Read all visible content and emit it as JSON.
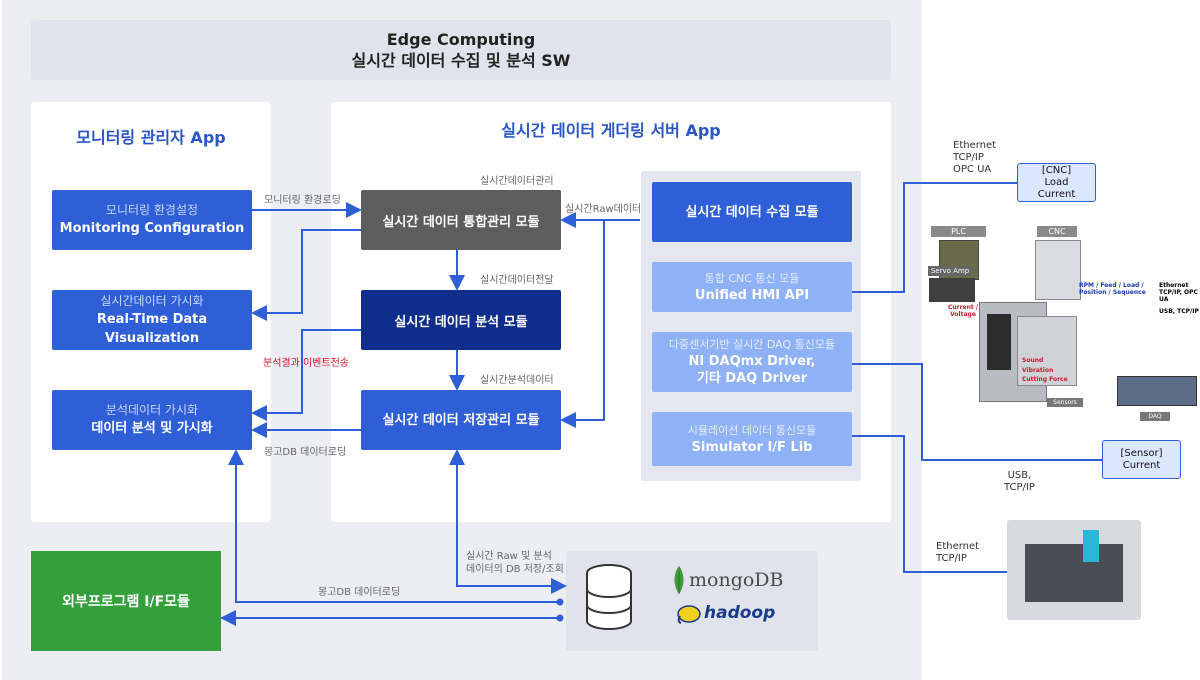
{
  "header": {
    "title_line1": "Edge Computing",
    "title_line2": "실시간 데이터 수집 및 분석 SW"
  },
  "monitor_app": {
    "title": "모니터링 관리자 App",
    "config": {
      "sub": "모니터링 환경설정",
      "main": "Monitoring Configuration"
    },
    "visualization": {
      "sub": "실시간데이터 가시화",
      "main": "Real-Time Data Visualization"
    },
    "analysis_vis": {
      "sub": "분석데이터 가시화",
      "main": "데이터  분석 및 가시화"
    }
  },
  "server_app": {
    "title": "실시간 데이터 게더링 서버 App",
    "integrated_module": "실시간 데이터 통합관리 모듈",
    "analysis_module": "실시간 데이터 분석 모듈",
    "storage_module": "실시간 데이터 저장관리 모듈",
    "collect_module": "실시간 데이터 수집 모듈",
    "hmi": {
      "sub": "통합 CNC 통신 모듈",
      "main": "Unified HMI API"
    },
    "daq": {
      "sub": "다중센서기반 실시간 DAQ 통신모듈",
      "main1": "NI DAQmx Driver,",
      "main2": "기타 DAQ Driver"
    },
    "sim": {
      "sub": "시뮬레이션 데이터 통신모듈",
      "main": "Simulator I/F Lib"
    }
  },
  "labels": {
    "config_load": "모니터링 환경로딩",
    "realtime_mgmt": "실시간데이터관리",
    "raw_data": "실시간Raw데이터",
    "realtime_transfer": "실시간데이터전달",
    "event_send": "분석결과 이벤트전송",
    "analysis_data": "실시간분석데이터",
    "mongo_load": "몽고DB 데이터로딩",
    "db_store_1": "실시간 Raw 및 분석",
    "db_store_2": "데이터의 DB 저장/조회",
    "mongo_load2": "몽고DB 데이터로딩"
  },
  "external": {
    "module": "외부프로그램 I/F모듈",
    "mongodb": "mongoDB",
    "hadoop": "hadoop"
  },
  "right_side": {
    "ethernet_top": [
      "Ethernet",
      "TCP/IP",
      "OPC UA"
    ],
    "cnc_box": [
      "[CNC]",
      "Load",
      "Current"
    ],
    "sensor_box": [
      "[Sensor]",
      "Current"
    ],
    "usb_label": [
      "USB,",
      "TCP/IP"
    ],
    "ethernet_bottom": [
      "Ethernet",
      "TCP/IP"
    ],
    "machine": {
      "plc": "PLC",
      "cnc": "CNC",
      "servo": "Servo Amp",
      "current_voltage": "Current / Voltage",
      "rpm": "RPM / Feed / Load / Position / Sequence",
      "ethernet": "Ethernet TCP/IP, OPC UA",
      "usb": "USB, TCP/IP",
      "sound": "Sound",
      "vibration": "Vibration",
      "cutting": "Cutting Force",
      "sensors": "Sensors",
      "daq": "DAQ"
    }
  },
  "colors": {
    "accent": "#2f5fd6",
    "navy": "#0f2d8a",
    "green": "#33a03c",
    "light": "#8fb1f5"
  }
}
